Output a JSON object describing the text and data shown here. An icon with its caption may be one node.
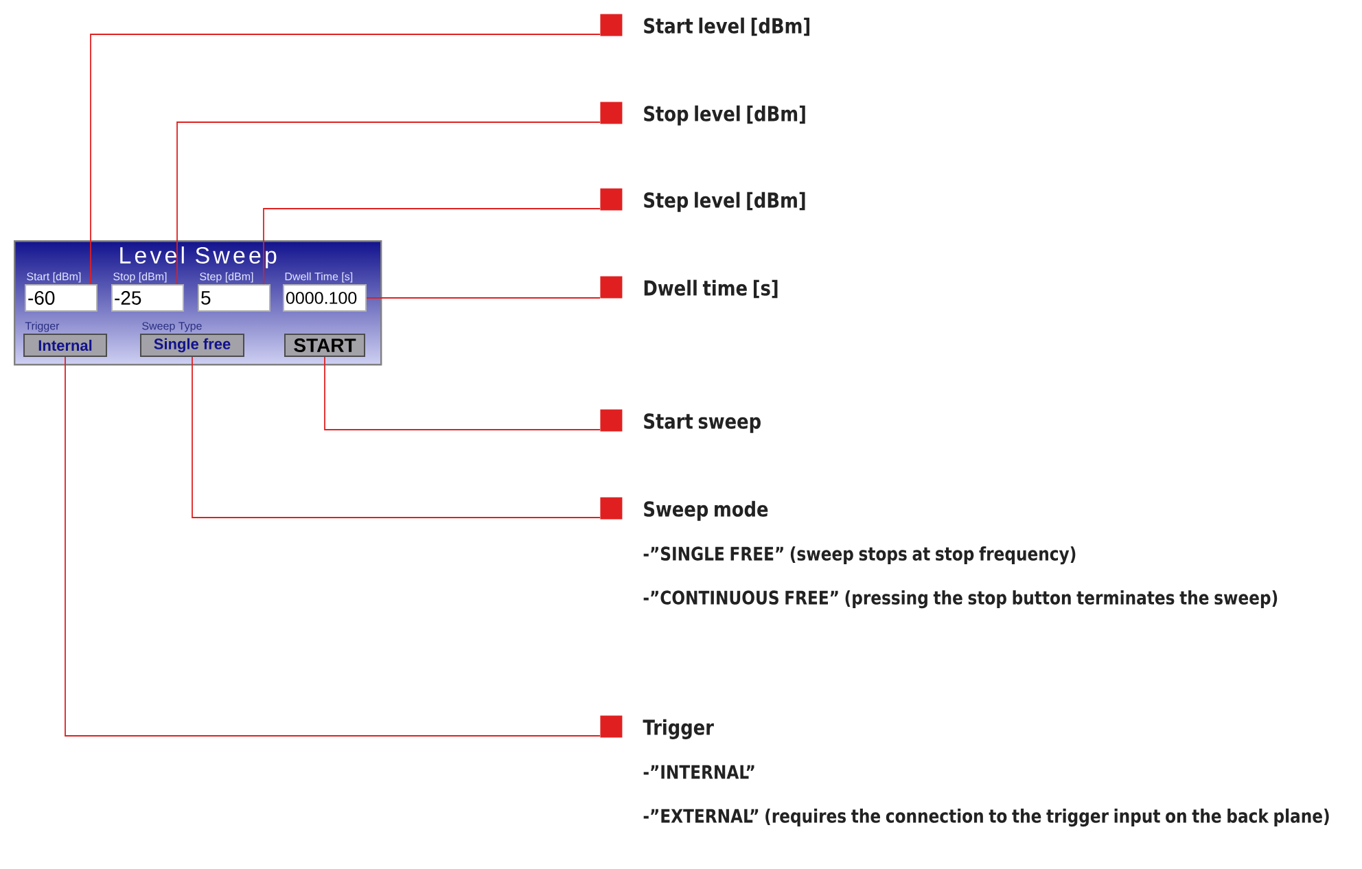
{
  "diagram": {
    "nodes": [
      {
        "text": [
          "Level Sweep"
        ]
      },
      {
        "text": [
          "Start [dBm]",
          "-60"
        ],
        "in": 0
      },
      {
        "text": [
          "Stop [dBm]",
          "-25"
        ],
        "in": 0
      },
      {
        "text": [
          "Step [dBm]",
          "5"
        ],
        "in": 0
      },
      {
        "text": [
          "Dwell Time [s]",
          "0000.100"
        ],
        "in": 0
      },
      {
        "text": [
          "Trigger",
          "Internal"
        ],
        "in": 0
      },
      {
        "text": [
          "Sweep Type",
          "Single free"
        ],
        "in": 0
      },
      {
        "text": [
          "START"
        ],
        "in": 0
      },
      {
        "text": [
          "Start level [dBm]"
        ]
      },
      {
        "text": [
          "Stop level [dBm]"
        ]
      },
      {
        "text": [
          "Step level [dBm]"
        ]
      },
      {
        "text": [
          "Dwell time [s]"
        ]
      },
      {
        "text": [
          "Start sweep"
        ]
      },
      {
        "text": [
          "Sweep mode",
          "-”SINGLE FREE” (sweep stops at stop frequency)",
          "-”CONTINUOUS FREE” (pressing the stop button terminates the sweep)"
        ]
      },
      {
        "text": [
          "Trigger",
          "-”INTERNAL”",
          "-”EXTERNAL” (requires the connection to the trigger input on the back plane)"
        ]
      }
    ],
    "edges": [
      {
        "from": 8,
        "to": 1,
        "arrow": "none"
      },
      {
        "from": 9,
        "to": 2,
        "arrow": "none"
      },
      {
        "from": 10,
        "to": 3,
        "arrow": "none"
      },
      {
        "from": 11,
        "to": 4,
        "arrow": "none"
      },
      {
        "from": 12,
        "to": 7,
        "arrow": "none"
      },
      {
        "from": 13,
        "to": 6,
        "arrow": "none"
      },
      {
        "from": 14,
        "to": 5,
        "arrow": "none"
      }
    ]
  }
}
